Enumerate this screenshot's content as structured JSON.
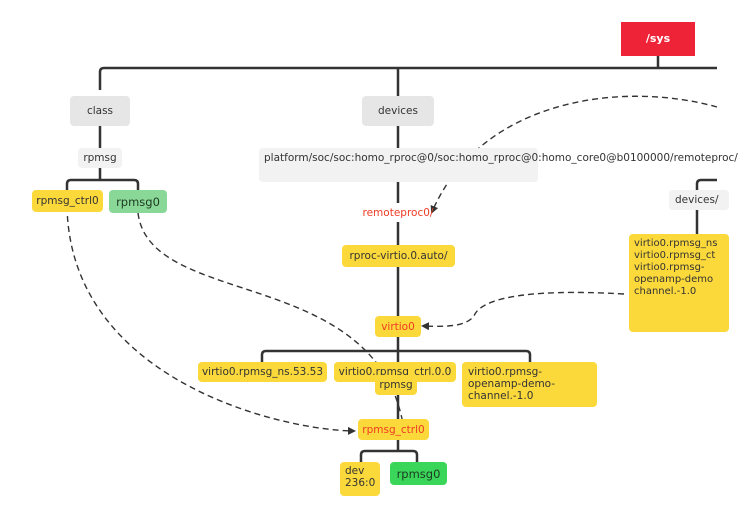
{
  "nodes": {
    "sys": "/sys",
    "class": "class",
    "devices": "devices",
    "rpmsg_class": "rpmsg",
    "rpmsg_ctrl0_left": "rpmsg_ctrl0",
    "rpmsg0_left": "rpmsg0",
    "platform_path": "platform/soc/soc:homo_rproc@0/soc:homo_rproc@0:homo_core0@b0100000/remoteproc/",
    "remoteproc0": "remoteproc0/",
    "rproc_virtio": "rproc-virtio.0.auto/",
    "virtio0": "virtio0",
    "ns": "virtio0.rpmsg_ns.53.53",
    "ctrl_mid": "virtio0.rpmsg_ctrl.0.0",
    "openamp_mid": "virtio0.rpmsg-openamp-demo-channel.-1.0",
    "rpmsg_mid": "rpmsg",
    "rpmsg_ctrl0_mid": "rpmsg_ctrl0",
    "dev": "dev 236:0",
    "rpmsg0_mid": "rpmsg0",
    "devices_right": "devices/",
    "right_box": "virtio0.rpmsg_ns virtio0.rpmsg_ct virtio0.rpmsg-openamp-demo channel.-1.0"
  },
  "colors": {
    "line": "#333333",
    "sys": "#ef2338",
    "yellow": "#fcd93b",
    "green": "#8ad897",
    "green_dark": "#3ad65a",
    "gray": "#e6e6e6",
    "red_text": "#ef3b24"
  }
}
